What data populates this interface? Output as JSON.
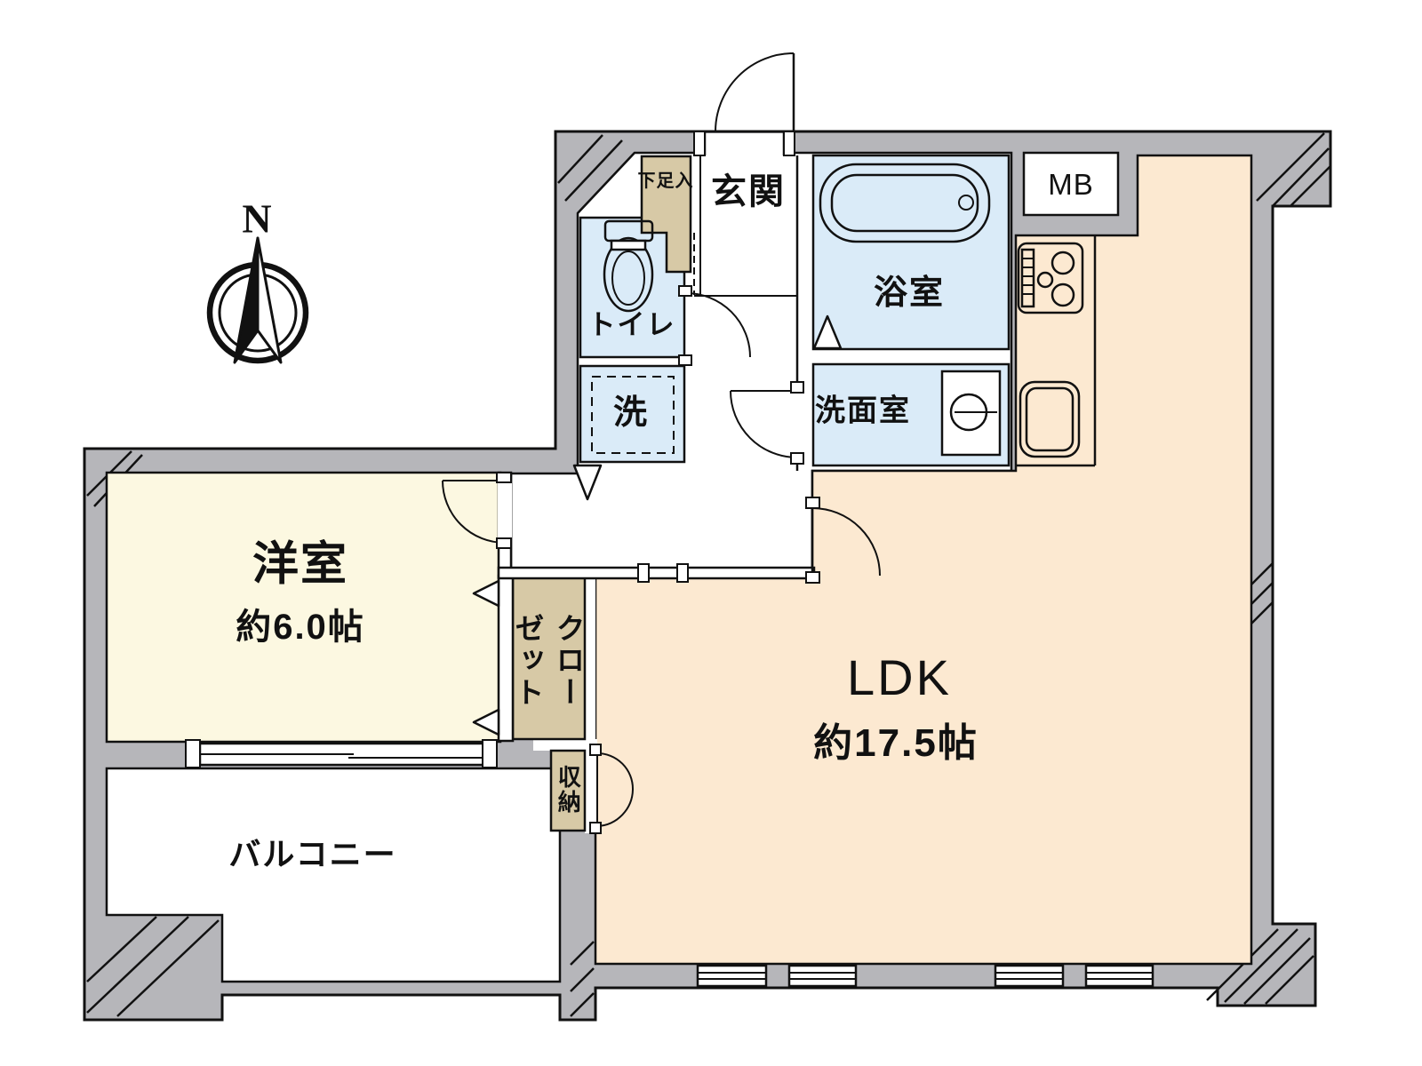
{
  "compass": {
    "label": "N"
  },
  "rooms": {
    "genkan": {
      "label": "玄関"
    },
    "shoe_box": {
      "label": "下足入"
    },
    "toilet": {
      "label": "トイレ"
    },
    "laundry": {
      "label": "洗"
    },
    "bath": {
      "label": "浴室"
    },
    "washroom": {
      "label": "洗面室"
    },
    "meter_box": {
      "label": "MB"
    },
    "western_room": {
      "label": "洋室",
      "size": "約6.0帖"
    },
    "ldk": {
      "label": "LDK",
      "size": "約17.5帖"
    },
    "closet": {
      "label": "クローゼット"
    },
    "storage": {
      "label": "収納"
    },
    "balcony": {
      "label": "バルコニー"
    }
  },
  "fixtures": {
    "bathtub": "bathtub-icon",
    "toilet_bowl": "toilet-icon",
    "washbasin": "washbasin-icon",
    "gas_stove": "stove-icon",
    "kitchen_sink": "kitchen-sink-icon",
    "north_compass": "north-compass-icon"
  },
  "colors": {
    "wall_gray": "#b6b6ba",
    "water_blue": "#daebf8",
    "room_cream": "#fcf8e1",
    "ldk_peach": "#fce9d1",
    "closet_tan": "#d7c9a6",
    "line_black": "#111111",
    "floor_white": "#ffffff"
  }
}
